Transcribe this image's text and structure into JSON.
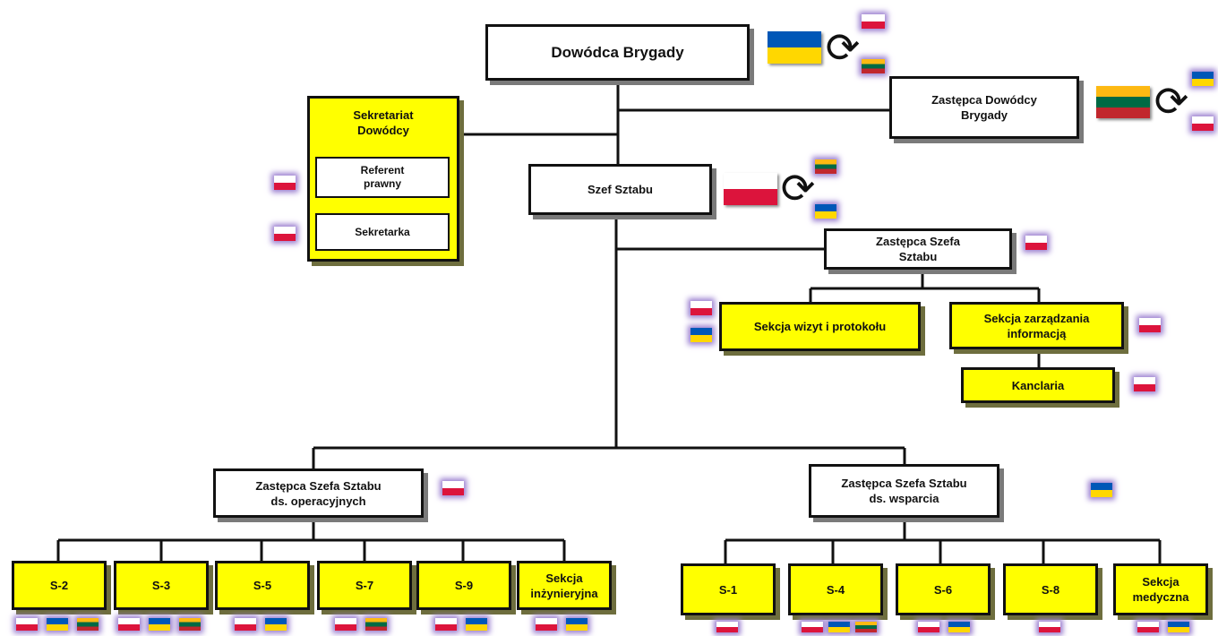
{
  "boxes": {
    "dowodca": "Dowódca Brygady",
    "zastepca_dowodcy": "Zastępca Dowódcy\nBrygady",
    "sekretariat": "Sekretariat\nDowódcy",
    "referent": "Referent\nprawny",
    "sekretarka": "Sekretarka",
    "szef_sztabu": "Szef Sztabu",
    "zastepca_szefa": "Zastępca Szefa\nSztabu",
    "sekcja_wizyt": "Sekcja wizyt i protokołu",
    "sekcja_zarzadzania": "Sekcja zarządzania\ninformacją",
    "kancelaria": "Kanclaria",
    "zss_oper": "Zastępca Szefa Sztabu\nds. operacyjnych",
    "zss_wsparcia": "Zastępca Szefa Sztabu\nds. wsparcia",
    "s2": "S-2",
    "s3": "S-3",
    "s5": "S-5",
    "s7": "S-7",
    "s9": "S-9",
    "sekcja_inz": "Sekcja\ninżynieryjna",
    "s1": "S-1",
    "s4": "S-4",
    "s6": "S-6",
    "s8": "S-8",
    "sekcja_med": "Sekcja\nmedyczna"
  },
  "flag_colors": {
    "pl": [
      "#ffffff",
      "#dc143c"
    ],
    "ua": [
      "#0057b7",
      "#ffd700"
    ],
    "lt": [
      "#fdb913",
      "#006a44",
      "#c1272d"
    ]
  },
  "icons": {
    "rotation": "rotation-arrows-icon"
  }
}
